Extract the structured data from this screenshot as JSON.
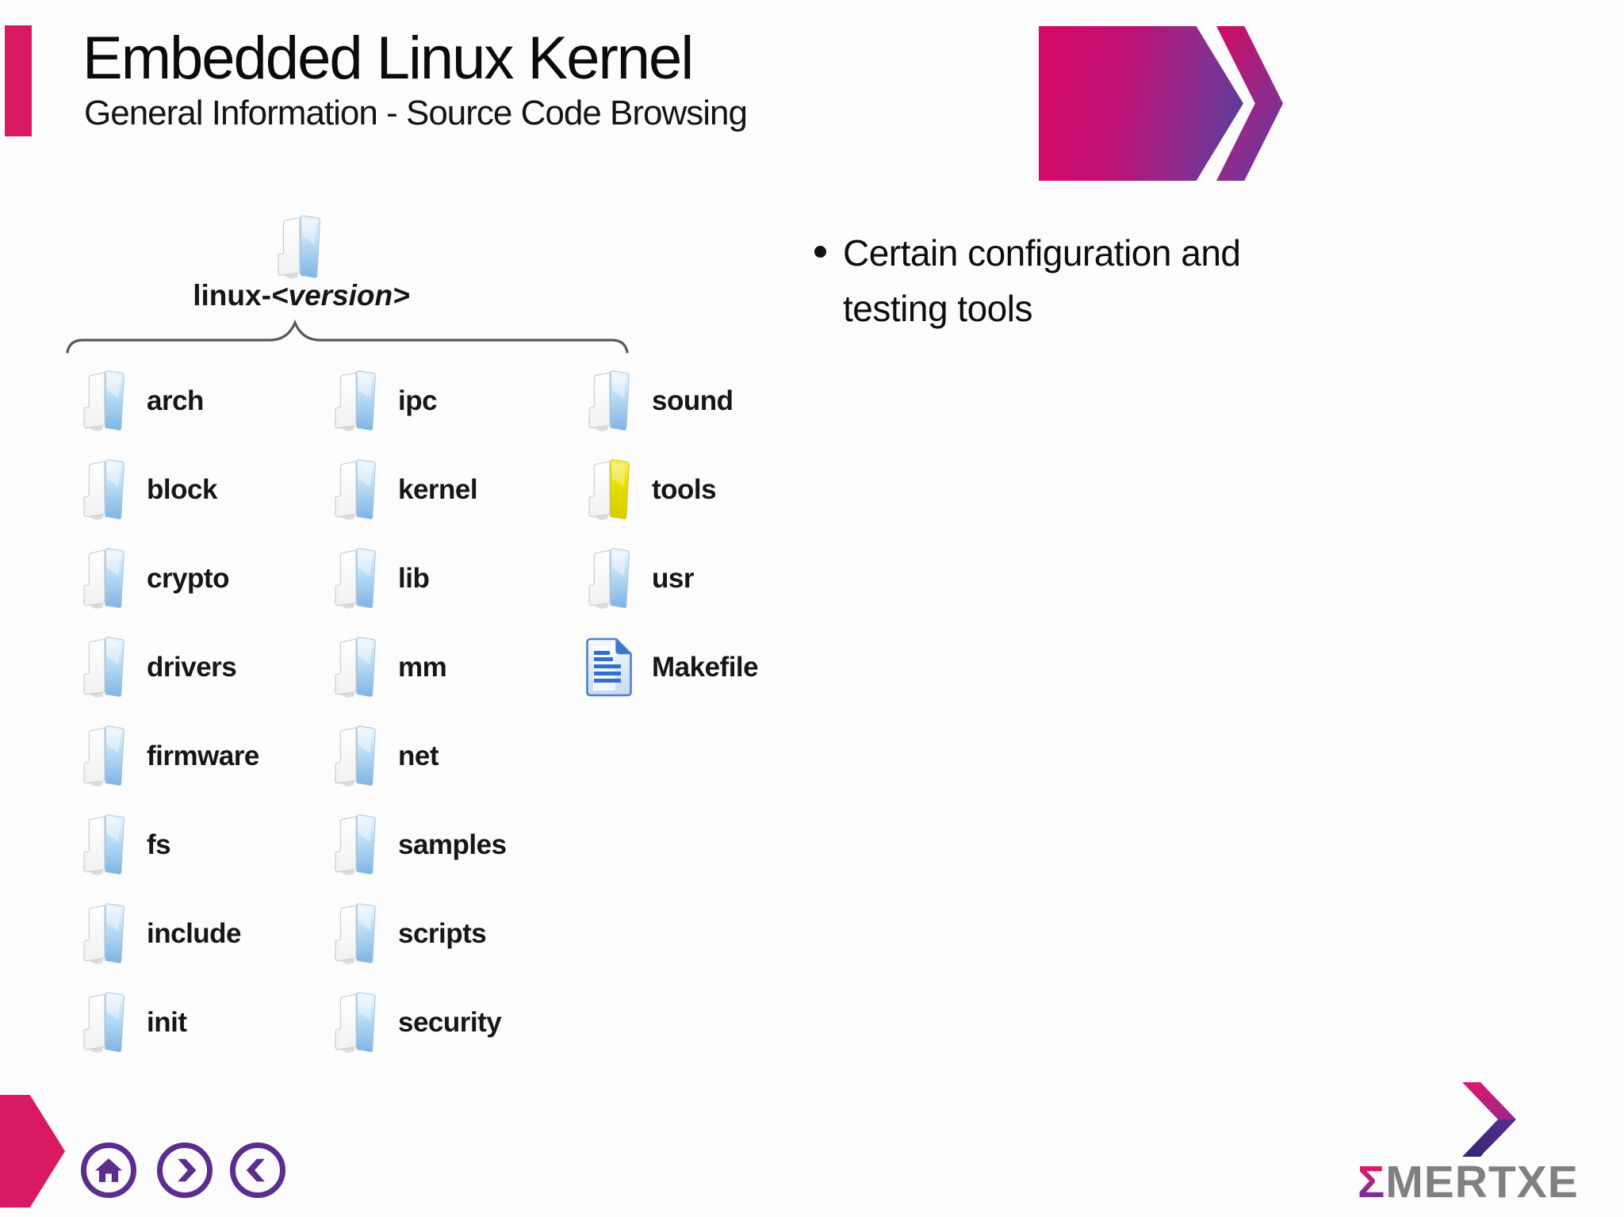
{
  "header": {
    "title": "Embedded Linux Kernel",
    "subtitle": "General Information - Source Code Browsing"
  },
  "content": {
    "bullets": [
      "Certain configuration and testing tools"
    ]
  },
  "tree": {
    "root": {
      "prefix": "linux-",
      "version": "<version>",
      "icon": "folder-blue"
    },
    "columns": [
      {
        "items": [
          {
            "label": "arch",
            "icon": "folder-blue"
          },
          {
            "label": "block",
            "icon": "folder-blue"
          },
          {
            "label": "crypto",
            "icon": "folder-blue"
          },
          {
            "label": "drivers",
            "icon": "folder-blue"
          },
          {
            "label": "firmware",
            "icon": "folder-blue"
          },
          {
            "label": "fs",
            "icon": "folder-blue"
          },
          {
            "label": "include",
            "icon": "folder-blue"
          },
          {
            "label": "init",
            "icon": "folder-blue"
          }
        ]
      },
      {
        "items": [
          {
            "label": "ipc",
            "icon": "folder-blue"
          },
          {
            "label": "kernel",
            "icon": "folder-blue"
          },
          {
            "label": "lib",
            "icon": "folder-blue"
          },
          {
            "label": "mm",
            "icon": "folder-blue"
          },
          {
            "label": "net",
            "icon": "folder-blue"
          },
          {
            "label": "samples",
            "icon": "folder-blue"
          },
          {
            "label": "scripts",
            "icon": "folder-blue"
          },
          {
            "label": "security",
            "icon": "folder-blue"
          }
        ]
      },
      {
        "items": [
          {
            "label": "sound",
            "icon": "folder-blue"
          },
          {
            "label": "tools",
            "icon": "folder-yellow"
          },
          {
            "label": "usr",
            "icon": "document-blue-lines"
          },
          {
            "label": "Makefile",
            "icon": "document"
          }
        ]
      }
    ]
  },
  "footer": {
    "nav_buttons": [
      {
        "name": "home"
      },
      {
        "name": "next"
      },
      {
        "name": "back"
      }
    ],
    "logo": {
      "sigma": "Σ",
      "text": "MERTXE"
    }
  },
  "colors": {
    "accent_pink": "#d91a63",
    "nav_purple": "#5b2d8f",
    "deco_gradient_start": "#d40a68",
    "deco_gradient_end": "#5a3d9b",
    "folder_blue": "#8fc1ea",
    "folder_yellow": "#e3da00",
    "brace_gray": "#58595b",
    "logo_gray": "#808083"
  }
}
